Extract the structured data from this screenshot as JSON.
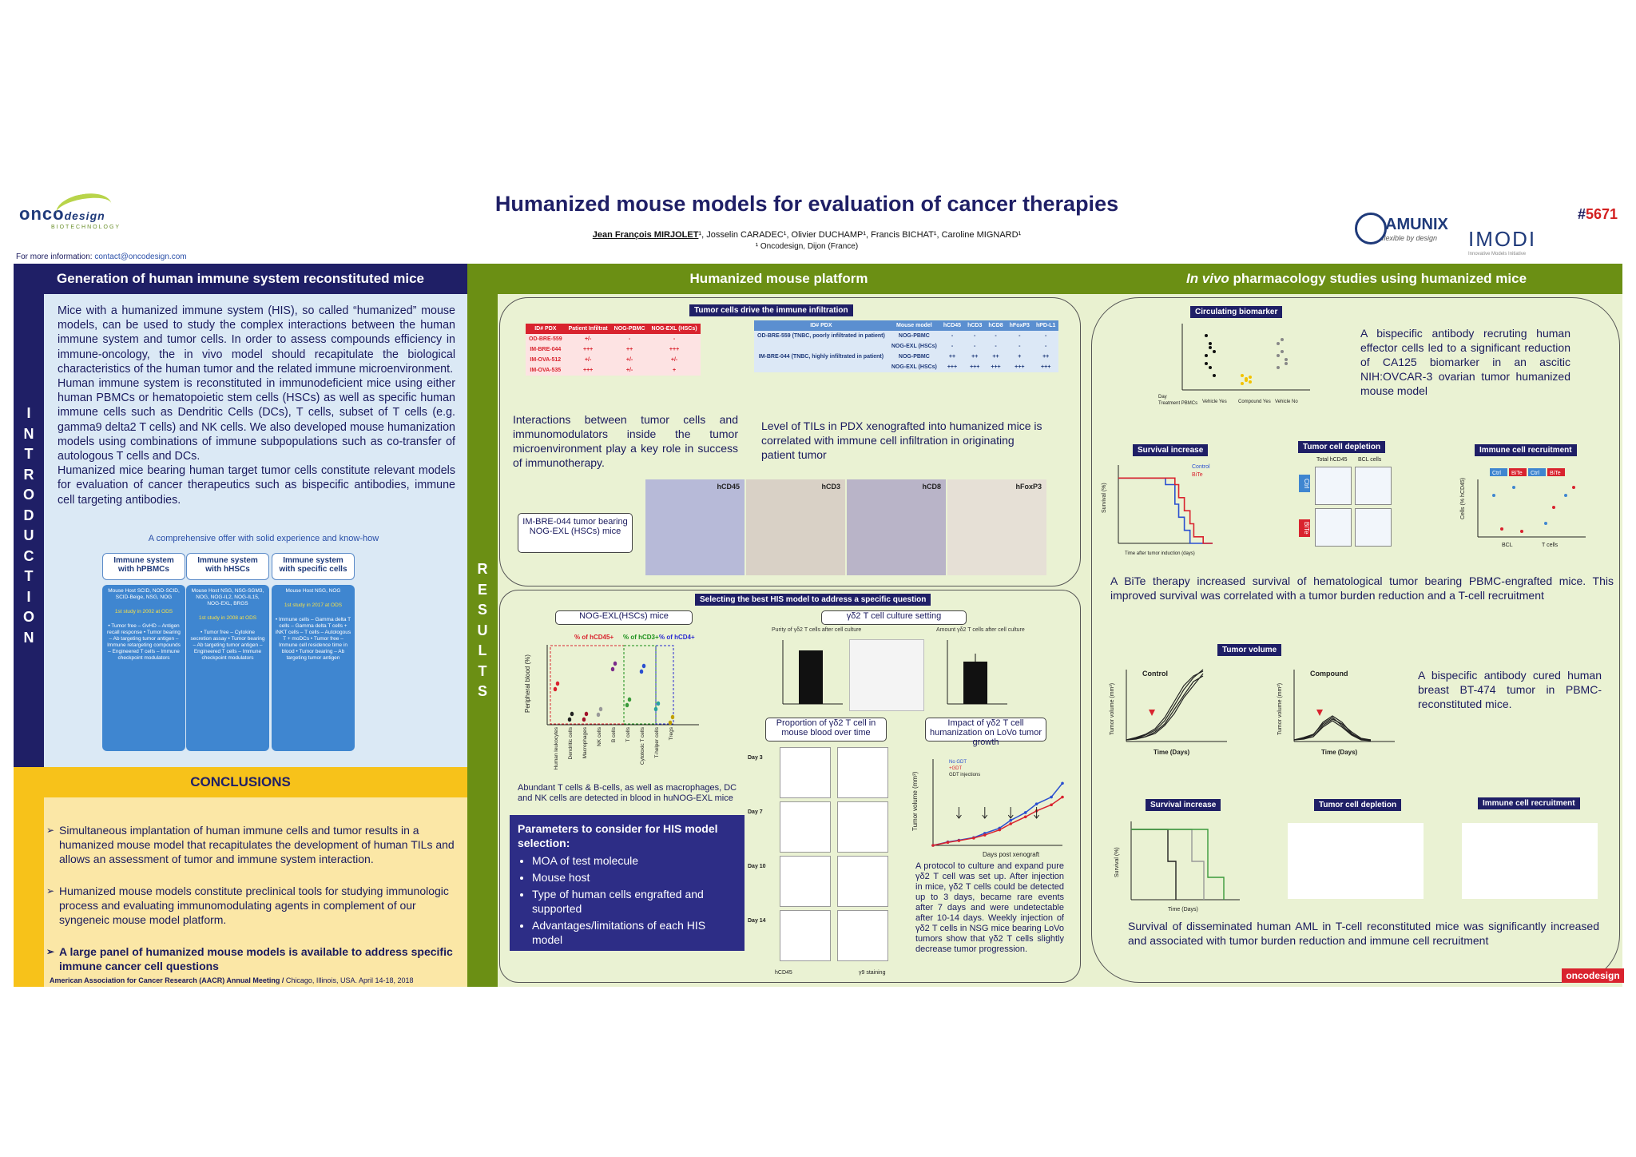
{
  "header": {
    "logo_text": "onco",
    "logo_text_2": "design",
    "logo_sub": "BIOTECHNOLOGY",
    "contact_prefix": "For more information: ",
    "contact_email": "contact@oncodesign.com",
    "title": "Humanized mouse models for evaluation of cancer therapies",
    "authors_first": "Jean François MIRJOLET",
    "authors_rest": "¹, Josselin CARADEC¹, Olivier DUCHAMP¹, Francis BICHAT¹, Caroline MIGNARD¹",
    "affiliation": "¹ Oncodesign, Dijon (France)",
    "poster_hash": "#",
    "poster_number": "5671",
    "partner1": "AMUNIX",
    "partner1_tag": "flexible by design",
    "partner2": "IMODI",
    "partner2_tag": "Innovative Models Initiative"
  },
  "intro": {
    "heading": "Generation of human immune system reconstituted mice",
    "side_letters": [
      "I",
      "N",
      "T",
      "R",
      "O",
      "D",
      "U",
      "C",
      "T",
      "I",
      "O",
      "N"
    ],
    "p1": "Mice with a humanized immune system (HIS), so called “humanized” mouse models, can be used to study the complex interactions between the human immune system and tumor cells. In order to assess compounds efficiency in immune-oncology, the in vivo model should recapitulate the biological characteristics of the human tumor and the related immune microenvironment.",
    "p2": "Human immune system is reconstituted in immunodeficient mice using either human PBMCs or hematopoietic stem cells (HSCs) as well as specific human immune cells such as Dendritic Cells (DCs), T cells, subset of T cells (e.g. gamma9 delta2 T cells) and NK cells. We also developed mouse humanization models using combinations of immune subpopulations such as co-transfer of autologous T cells and DCs.",
    "p3": "Humanized mice bearing human target tumor cells constitute relevant models for evaluation of cancer therapeutics such as bispecific antibodies, immune cell targeting antibodies.",
    "offer_caption": "A comprehensive offer with solid experience and know-how",
    "offers": [
      {
        "head": "Immune system with hPBMCs",
        "host": "Mouse Host SCID, NOD-SCID, SCID-Beige, NSG, NOG",
        "year": "1st study in 2002 at ODS",
        "body": "• Tumor free – GvHD – Antigen recall response • Tumor bearing – Ab targeting tumor antigen – Immune retargeting compounds – Engineered T cells – Immune checkpoint modulators"
      },
      {
        "head": "Immune system with hHSCs",
        "host": "Mouse Host NSG, NSG-SGM3, NOG, NOG-IL2, NOG-IL15, NOG-EXL, BRGS",
        "year": "1st study in 2008 at ODS",
        "body": "• Tumor free – Cytokine secretion assay • Tumor bearing – Ab targeting tumor antigen – Engineered T cells – Immune checkpoint modulators"
      },
      {
        "head": "Immune system with specific cells",
        "host": "Mouse Host NSG, NOG",
        "year": "1st study in 2017 at ODS",
        "body": "• Immune cells – Gamma delta T cells – Gamma delta T cells + iNKT cells – T cells – Autologous T + moDCs • Tumor free – Immune cell residence time in blood • Tumor bearing – Ab targeting tumor antigen"
      }
    ]
  },
  "conclusions": {
    "heading": "CONCLUSIONS",
    "items": [
      "Simultaneous implantation of human immune cells and tumor results in a humanized mouse model that recapitulates the development of human TILs and allows an assessment of tumor and immune system interaction.",
      "Humanized mouse models constitute preclinical tools for studying immunologic process and evaluating immunomodulating agents in complement of our syngeneic mouse model platform.",
      "A large panel of humanized mouse models is available to address specific immune cancer cell questions"
    ],
    "footer_bold": "American Association for Cancer Research (AACR) Annual Meeting /",
    "footer_rest": " Chicago, Illinois, USA. April 14-18, 2018"
  },
  "results": {
    "side_letters": [
      "R",
      "E",
      "S",
      "U",
      "L",
      "T",
      "S"
    ],
    "platform_heading": "Humanized mouse platform",
    "invivo_heading_em": "In vivo",
    "invivo_heading_rest": " pharmacology studies using humanized mice",
    "panel1_label": "Tumor cells drive the immune infiltration",
    "table1": {
      "headers": [
        "ID# PDX",
        "Patient Infiltrat",
        "NOG-PBMC",
        "NOG-EXL (HSCs)"
      ],
      "rows": [
        [
          "OD-BRE-559",
          "+/-",
          "-",
          "-"
        ],
        [
          "IM-BRE-044",
          "+++",
          "++",
          "+++"
        ],
        [
          "IM-OVA-512",
          "+/-",
          "+/-",
          "+/-"
        ],
        [
          "IM-OVA-535",
          "+++",
          "+/-",
          "+"
        ]
      ]
    },
    "table2": {
      "headers": [
        "ID# PDX",
        "Mouse model",
        "hCD45",
        "hCD3",
        "hCD8",
        "hFoxP3",
        "hPD-L1"
      ],
      "rows": [
        [
          "OD-BRE-559 (TNBC, poorly infiltrated in patient)",
          "NOG-PBMC",
          "-",
          "-",
          "-",
          "-",
          "-"
        ],
        [
          "",
          "NOG-EXL (HSCs)",
          "-",
          "-",
          "-",
          "-",
          "-"
        ],
        [
          "IM-BRE-044 (TNBC, highly infiltrated in patient)",
          "NOG-PBMC",
          "++",
          "++",
          "++",
          "+",
          "++"
        ],
        [
          "",
          "NOG-EXL (HSCs)",
          "+++",
          "+++",
          "+++",
          "+++",
          "+++"
        ]
      ]
    },
    "p_interactions": "Interactions between tumor cells and immunomodulators inside the tumor microenvironment play a key role in success of immunotherapy.",
    "p_tils": "Level of TILs in PDX xenografted into humanized mice is correlated with immune cell infiltration in originating patient tumor",
    "box_tumor": "IM-BRE-044 tumor bearing NOG-EXL (HSCs) mice",
    "ihc_labels": [
      "hCD45",
      "hCD3",
      "hCD8",
      "hFoxP3"
    ],
    "panel2_label": "Selecting the best HIS model to address a specific question",
    "nog_box": "NOG-EXL(HSCs) mice",
    "nog_legend": [
      "% of hCD45+",
      "% of hCD3+",
      "% of hCD4+"
    ],
    "nog_ylabel": "Peripheral blood (%)",
    "nog_categories": [
      "Human leukocytes",
      "Dendritic cells",
      "Macrophages",
      "NK cells",
      "B cells",
      "T cells",
      "Cytotoxic T cells",
      "T-helper cells",
      "Tregs"
    ],
    "nog_caption": "Abundant T cells & B-cells, as well as macrophages, DC and NK cells are detected in blood in huNOG-EXL mice",
    "gd_box": "γδ2 T cell culture setting",
    "gd_purity_title": "Purity of γδ2 T cells after cell culture",
    "gd_amount_title": "Amount γδ2 T cells after cell culture",
    "gd_box2": "Proportion of γδ2 T cell in mouse blood over time",
    "gd_box3": "Impact of γδ2 T cell humanization on LoVo tumor growth",
    "flow_days": [
      "Day 3",
      "Day 7",
      "Day 10",
      "Day 14"
    ],
    "flow_xlabels": [
      "hCD45",
      "γ9 staining"
    ],
    "lovo_legend": [
      "No GDT",
      "+GDT",
      "GDT injections"
    ],
    "lovo_ylabel": "Tumor volume (mm³)",
    "lovo_xlabel": "Days post xenograft",
    "lovo_caption": "A protocol to culture and expand pure γδ2 T cell was set up. After injection in mice, γδ2 T cells could be detected up to 3 days, became rare events after 7 days and were undetectable after 10-14 days. Weekly injection of γδ2 T cells in NSG mice bearing LoVo tumors show that γδ2 T cells slightly decrease tumor progression.",
    "params_title": "Parameters to consider for HIS model selection:",
    "params_items": [
      "MOA of test molecule",
      "Mouse host",
      "Type of human cells engrafted and supported",
      "Advantages/limitations of each HIS model"
    ],
    "circ_label": "Circulating biomarker",
    "circ_text": "A bispecific antibody recruting human effector cells led to a significant reduction of CA125 biomarker in an ascitic NIH:OVCAR-3 ovarian tumor humanized mouse model",
    "circ_xlabels": [
      "Vehicle Yes",
      "Compound Yes",
      "Vehicle No"
    ],
    "circ_row_labels": [
      "Day",
      "Treatment PBMCs"
    ],
    "surv_label": "Survival increase",
    "surv_legend": [
      "Control",
      "BiTe"
    ],
    "surv_xlabel": "Time after tumor induction (days)",
    "surv_ylabel": "Survival (%)",
    "depl_label": "Tumor cell depletion",
    "depl_cols": [
      "Total hCD45",
      "BCL cells"
    ],
    "depl_rows": [
      "Ctrl",
      "BiTe"
    ],
    "recr_label": "Immune cell recruitment",
    "recr_legend": [
      "Ctrl",
      "BiTe",
      "Ctrl",
      "BiTe"
    ],
    "recr_xlabels": [
      "BCL",
      "T cells"
    ],
    "recr_ylabel": "Cells (% hCD45)",
    "bite_text": "A BiTe therapy increased survival of hematological tumor bearing PBMC-engrafted mice. This improved survival was correlated with a tumor burden reduction and a T-cell recruitment",
    "tv_label": "Tumor volume",
    "tv_titles": [
      "Control",
      "Compound"
    ],
    "tv_xlabel": "Time (Days)",
    "tv_ylabel": "Tumor volume (mm³)",
    "tv_text": "A bispecific antibody cured human breast BT-474 tumor in PBMC-reconstituted mice.",
    "aml_labels": [
      "Survival increase",
      "Tumor cell depletion",
      "Immune cell recruitment"
    ],
    "aml_xlabel": "Time (Days)",
    "aml_ylabel": "Survival (%)",
    "aml_text": "Survival of disseminated human AML in T-cell reconstituted mice was significantly increased and associated with tumor burden reduction and immune cell recruitment",
    "ccr_logo": "oncodesign"
  },
  "chart_data": [
    {
      "type": "line",
      "title": "",
      "xlabel": "Days post xenograft",
      "ylabel": "Tumor volume (mm³)",
      "x": [
        0,
        4,
        7,
        11,
        14,
        18,
        21,
        25,
        28,
        32,
        35
      ],
      "ylim": [
        0,
        1000
      ],
      "series": [
        {
          "name": "No GDT",
          "values": [
            0,
            40,
            60,
            90,
            140,
            200,
            290,
            380,
            480,
            560,
            720
          ],
          "color": "#2a4fd0"
        },
        {
          "name": "+GDT",
          "values": [
            0,
            35,
            55,
            85,
            120,
            180,
            250,
            330,
            400,
            470,
            560
          ],
          "color": "#d9232e"
        }
      ]
    },
    {
      "type": "line",
      "title": "",
      "xlabel": "Time after tumor induction (days)",
      "ylabel": "Survival (%)",
      "x": [
        0,
        10,
        20,
        25,
        30,
        32,
        35,
        38,
        40,
        45,
        50
      ],
      "ylim": [
        0,
        120
      ],
      "series": [
        {
          "name": "Control",
          "values": [
            100,
            100,
            100,
            90,
            60,
            40,
            20,
            0,
            0,
            0,
            0
          ],
          "color": "#2a4fd0"
        },
        {
          "name": "BiTe",
          "values": [
            100,
            100,
            100,
            100,
            90,
            70,
            50,
            30,
            10,
            0,
            0
          ],
          "color": "#d9232e"
        }
      ]
    }
  ]
}
